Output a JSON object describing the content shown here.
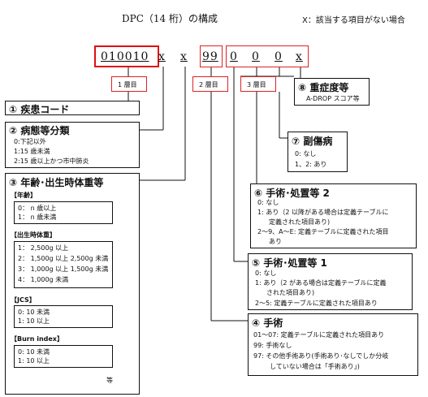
{
  "header": {
    "title": "DPC（14 桁）の構成",
    "note": "X：該当する項目がない場合"
  },
  "code": {
    "disease": "010010",
    "x1": "x",
    "x2": "x",
    "procedure": "99",
    "d1": "0",
    "d2": "0",
    "d3": "0",
    "x3": "x"
  },
  "tiers": {
    "first": "1 層目",
    "second": "2 層目",
    "third": "3 層目"
  },
  "item1": {
    "title": "① 疾患コード"
  },
  "item2": {
    "title": "② 病態等分類",
    "lines": [
      "0:下記以外",
      "1:15 歳未満",
      "2:15 歳以上かつ市中肺炎"
    ]
  },
  "item3": {
    "title": "③ 年齢･出生時体重等",
    "age_label": "【年齢】",
    "age": [
      "0： n 歳以上",
      "1： n 歳未満"
    ],
    "weight_label": "【出生時体重】",
    "weight": [
      "1： 2,500g 以上",
      "2： 1,500g 以上 2,500g 未満",
      "3： 1,000g 以上 1,500g 未満",
      "4： 1,000g 未満"
    ],
    "jcs_label": "【JCS】",
    "jcs": [
      "0: 10 未満",
      "1: 10 以上"
    ],
    "burn_label": "【Burn index】",
    "burn": [
      "0: 10 未満",
      "1: 10 以上"
    ],
    "etc": "等"
  },
  "item4": {
    "title": "④ 手術",
    "lines": [
      "01～07: 定義テーブルに定義された項目あり",
      "99: 手術なし",
      "97: その他手術あり(手術あり･なしでしか分岐",
      "していない場合は「手術あり」)"
    ]
  },
  "item5": {
    "title": "⑤ 手術･処置等 1",
    "lines": [
      "0: なし",
      "1: あり（2 がある場合は定義テーブルに定義",
      "された項目あり)",
      "2～5: 定義テーブルに定義された項目あり"
    ]
  },
  "item6": {
    "title": "⑥ 手術･処置等 2",
    "lines": [
      "0: なし",
      "1: あり（2 以降がある場合は定義テーブルに",
      "定義された項目あり)",
      "2～9、A～E: 定義テーブルに定義された項目",
      "あり"
    ]
  },
  "item7": {
    "title": "⑦ 副傷病",
    "lines": [
      "0: なし",
      "1、2: あり"
    ]
  },
  "item8": {
    "title": "⑧ 重症度等",
    "line": "A-DROP スコア等"
  }
}
